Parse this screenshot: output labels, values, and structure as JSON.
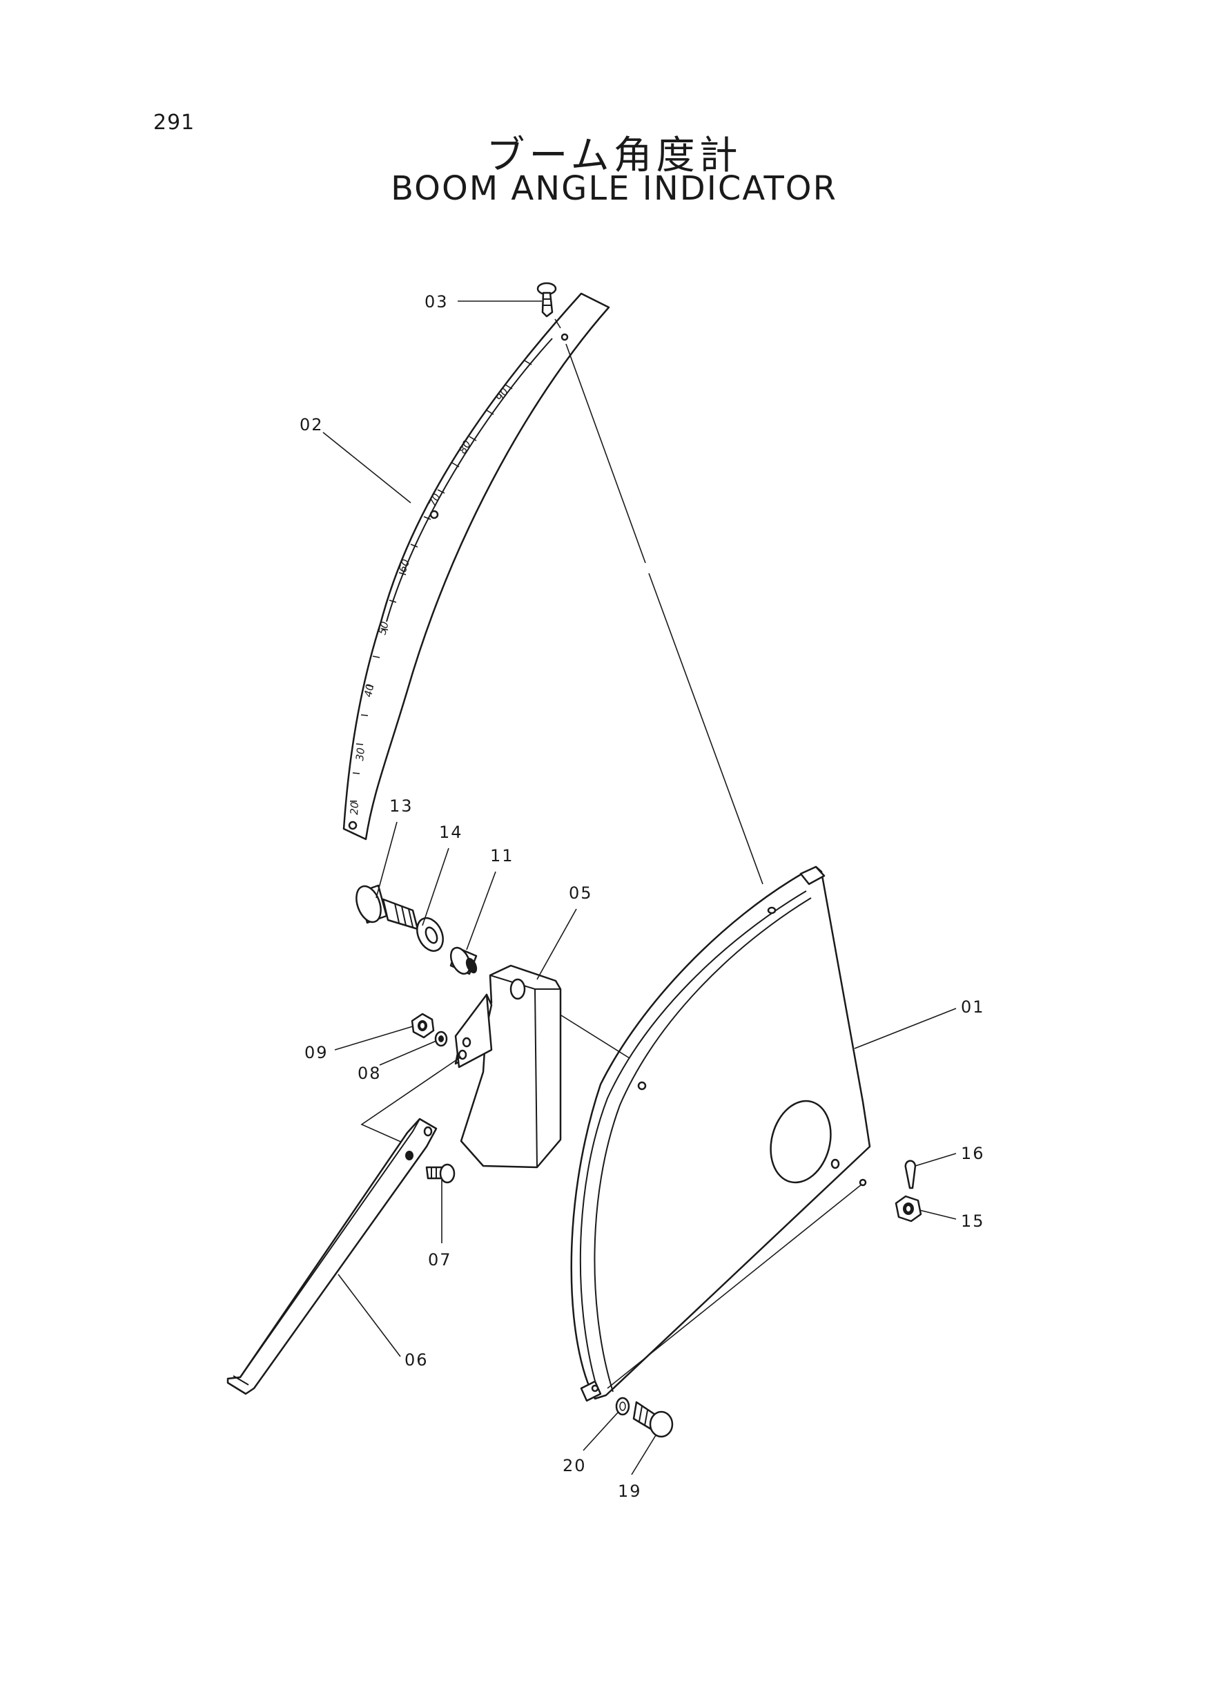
{
  "page_number": "291",
  "title_jp": "ブーム角度計",
  "title_en": "BOOM ANGLE INDICATOR",
  "callouts": {
    "c01": "01",
    "c02": "02",
    "c03": "03",
    "c05": "05",
    "c06": "06",
    "c07": "07",
    "c08": "08",
    "c09": "09",
    "c11": "11",
    "c13": "13",
    "c14": "14",
    "c15": "15",
    "c16": "16",
    "c19": "19",
    "c20": "20"
  },
  "scale_ticks": [
    "90",
    "80",
    "70",
    "60",
    "50",
    "40",
    "30",
    "20"
  ]
}
